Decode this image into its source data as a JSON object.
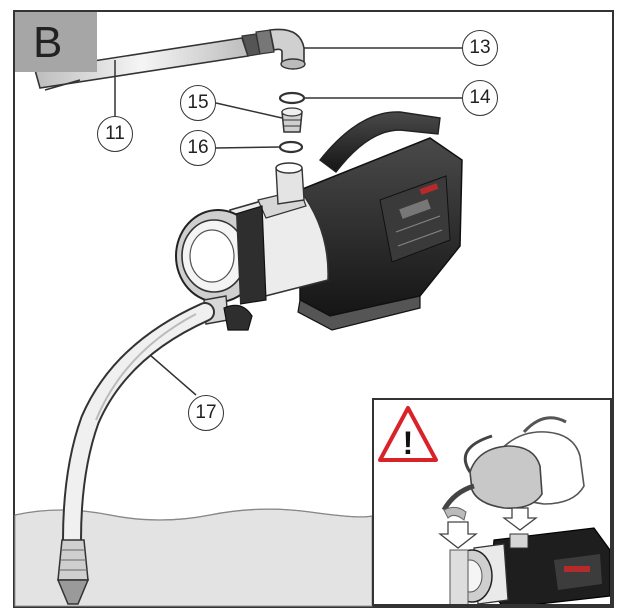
{
  "panel": {
    "letter": "B"
  },
  "callouts": [
    {
      "id": "11",
      "label": "11"
    },
    {
      "id": "13",
      "label": "13"
    },
    {
      "id": "14",
      "label": "14"
    },
    {
      "id": "15",
      "label": "15"
    },
    {
      "id": "16",
      "label": "16"
    },
    {
      "id": "17",
      "label": "17"
    }
  ],
  "warning": {
    "icon": "warning-triangle-icon",
    "symbol": "!",
    "color": "#d8232a"
  },
  "colors": {
    "line": "#333333",
    "water": "#e3e3e3",
    "pump_body": "#2a2a2a",
    "pump_light": "#e8e8e8",
    "accent": "#b52a2a"
  }
}
